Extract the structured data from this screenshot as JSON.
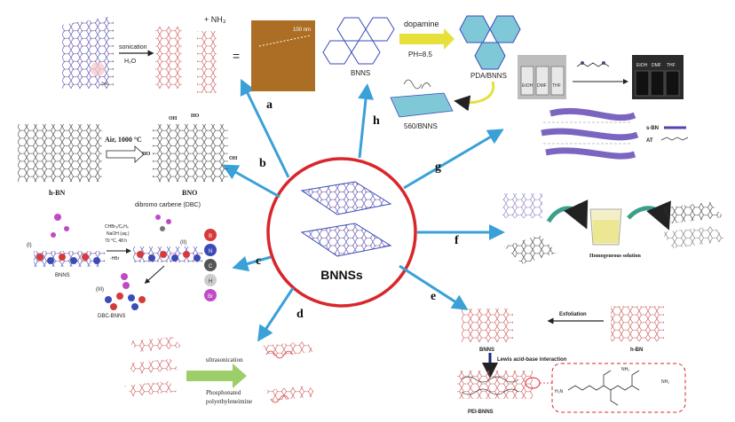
{
  "center": {
    "label": "BNNSs"
  },
  "colors": {
    "arrow": "#3aa0d8",
    "circle": "#d9262b",
    "boron": "#d63a3a",
    "nitrogen": "#3b4bb8",
    "pda": "#7ec8d8",
    "green_arrow": "#9ccf6a"
  },
  "panels": {
    "a": {
      "letter": "a",
      "reaction_top": "sonication",
      "reaction_bottom": "H₂O",
      "plus_text": "+ NH₃",
      "scale_text": "100 nm",
      "equals": "="
    },
    "b": {
      "letter": "b",
      "reagent": "Air, 1000 °C",
      "left_label": "h-BN",
      "right_label": "BNO",
      "oh": "OH",
      "ho": "HO"
    },
    "c": {
      "letter": "c",
      "title": "dibromo carbene (DBC)",
      "cond1": "CHBr₃/C₆H₆",
      "cond2": "NaOH (aq.)",
      "cond3": "70 °C, 48 h",
      "cond4": "-HBr",
      "label_i": "(I)",
      "label_ii": "(II)",
      "label_iii": "(III)",
      "bnns": "BNNS",
      "dbc_bnns": "DBC-BNNS",
      "legend": [
        "B",
        "N",
        "C",
        "H",
        "Br"
      ]
    },
    "d": {
      "letter": "d",
      "line1": "ultrasonication",
      "line2": "Phosphonated",
      "line3": "polyethyleneimine"
    },
    "e": {
      "letter": "e",
      "exfoliation": "Exfoliation",
      "bnns": "BNNS",
      "hbn": "h-BN",
      "interaction": "Lewis acid-base interaction",
      "pei_bnns": "PEI-BNNS",
      "amine": "NH₂",
      "h2n": "H₂N"
    },
    "f": {
      "letter": "f",
      "caption": "Homogeneous solution"
    },
    "g": {
      "letter": "g",
      "vial_labels": [
        "EtOH",
        "DMF",
        "THF"
      ],
      "sbn": "s-BN",
      "at": "AT"
    },
    "h": {
      "letter": "h",
      "reagent": "dopamine",
      "ph": "PH=8.5",
      "bnns": "BNNS",
      "pda_bnns": "PDA/BNNS",
      "ts_bnns": "560/BNNS"
    }
  }
}
